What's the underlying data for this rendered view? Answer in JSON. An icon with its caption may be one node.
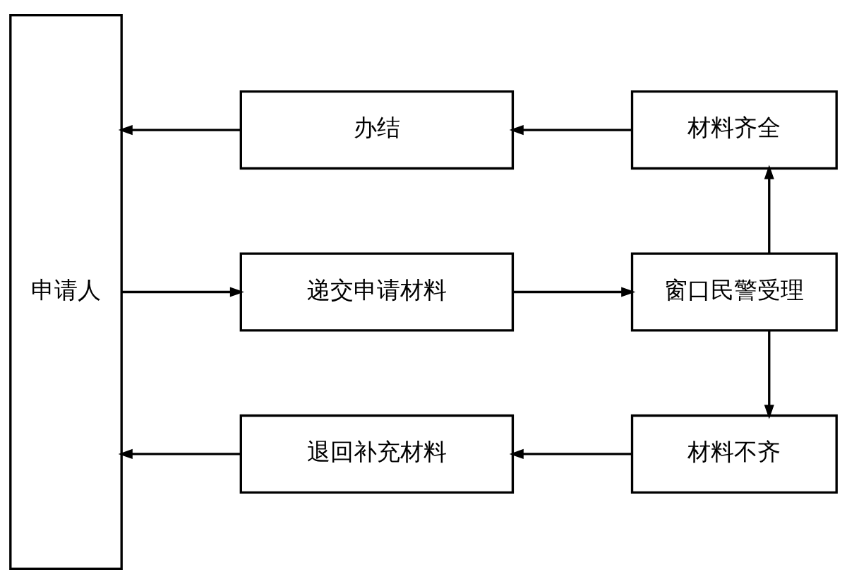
{
  "diagram": {
    "nodes": [
      {
        "text": [
          "申请人"
        ]
      },
      {
        "text": [
          "办结"
        ]
      },
      {
        "text": [
          "材料齐全"
        ]
      },
      {
        "text": [
          "递交申请材料"
        ]
      },
      {
        "text": [
          "窗口民警受理"
        ]
      },
      {
        "text": [
          "退回补充材料"
        ]
      },
      {
        "text": [
          "材料不齐"
        ]
      }
    ],
    "edges": [
      {
        "from": 0,
        "to": 3,
        "arrow": "to"
      },
      {
        "from": 3,
        "to": 4,
        "arrow": "to"
      },
      {
        "from": 4,
        "to": 2,
        "arrow": "to"
      },
      {
        "from": 4,
        "to": 6,
        "arrow": "to"
      },
      {
        "from": 2,
        "to": 1,
        "arrow": "to"
      },
      {
        "from": 1,
        "to": 0,
        "arrow": "to"
      },
      {
        "from": 6,
        "to": 5,
        "arrow": "to"
      },
      {
        "from": 5,
        "to": 0,
        "arrow": "to"
      }
    ]
  }
}
